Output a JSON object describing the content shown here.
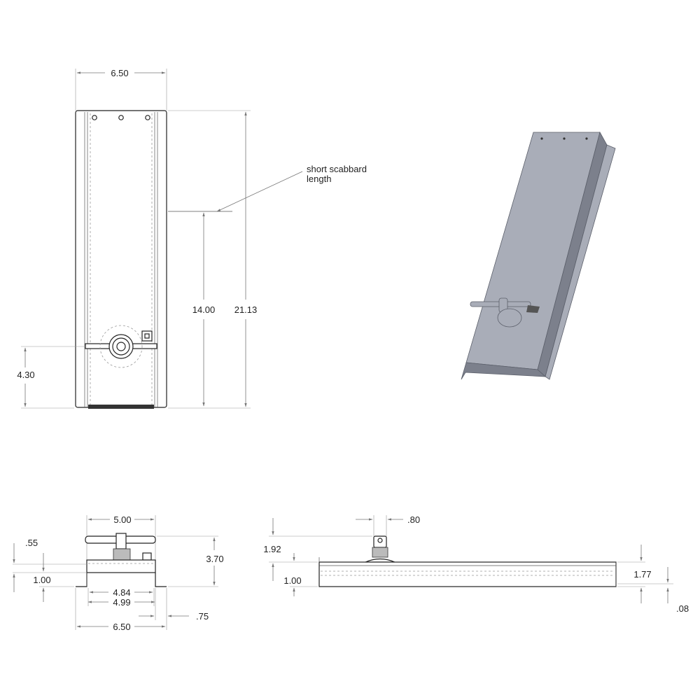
{
  "front_view": {
    "width_label": "6.50",
    "height_label": "21.13",
    "short_length_label": "14.00",
    "handle_height_label": "4.30",
    "callout": [
      "short scabbard",
      "length"
    ]
  },
  "end_view": {
    "top_width_label": "5.00",
    "handle_offset_label": ".55",
    "overall_height_label": "3.70",
    "body_height_label": "1.00",
    "inner_width_a_label": "4.84",
    "inner_width_b_label": "4.99",
    "flange_label": ".75",
    "overall_width_label": "6.50"
  },
  "side_view": {
    "pin_width_label": ".80",
    "handle_height_label": "1.92",
    "body_height_label": "1.00",
    "flange_height_label": "1.77",
    "thickness_label": ".08"
  },
  "iso_view": {
    "fill": "#a9adb8",
    "shade": "#7c808c"
  }
}
